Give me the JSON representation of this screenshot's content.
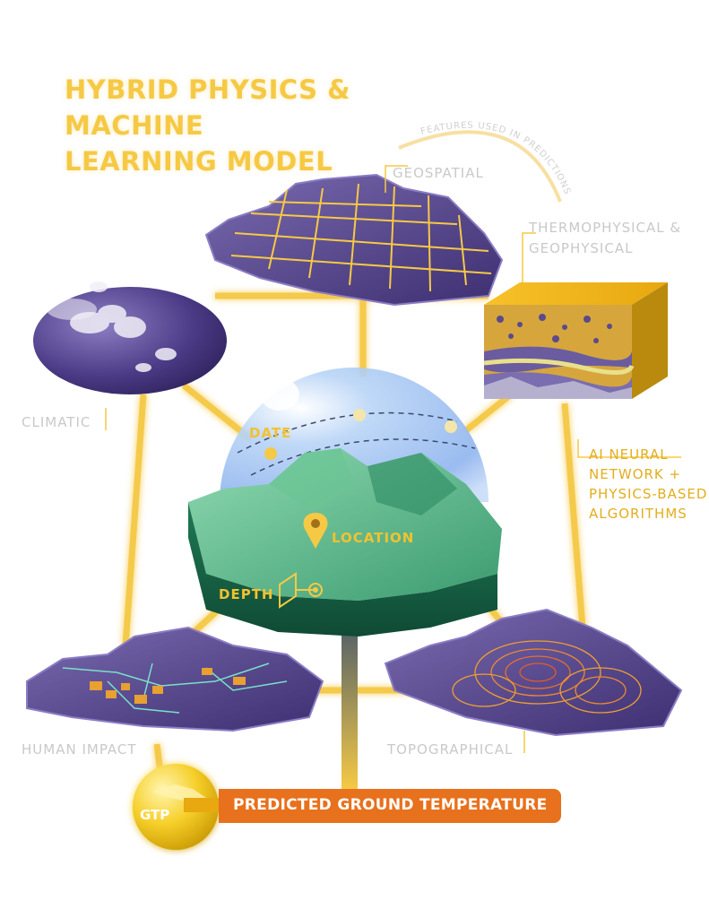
{
  "title": "HYBRID PHYSICS & MACHINE LEARNING MODEL",
  "arc_label": "FEATURES USED IN PREDICTIONS",
  "features": {
    "geospatial": "GEOSPATIAL",
    "thermophysical_line1": "THERMOPHYSICAL &",
    "thermophysical_line2": "GEOPHYSICAL",
    "climatic": "CLIMATIC",
    "human_impact": "HUMAN IMPACT",
    "topographical": "TOPOGRAPHICAL"
  },
  "model_note": {
    "line1": "AI NEURAL",
    "line2": "NETWORK +",
    "line3": "PHYSICS-BASED",
    "line4": "ALGORITHMS"
  },
  "center": {
    "date": "DATE",
    "location": "LOCATION",
    "depth": "DEPTH"
  },
  "output": {
    "badge": "GTP",
    "label": "PREDICTED GROUND TEMPERATURE"
  },
  "colors": {
    "gold": "#f6c945",
    "connector": "#f5c842",
    "purple": "#5a4a8e",
    "green": "#2f9a6a",
    "orange": "#e8711d"
  }
}
